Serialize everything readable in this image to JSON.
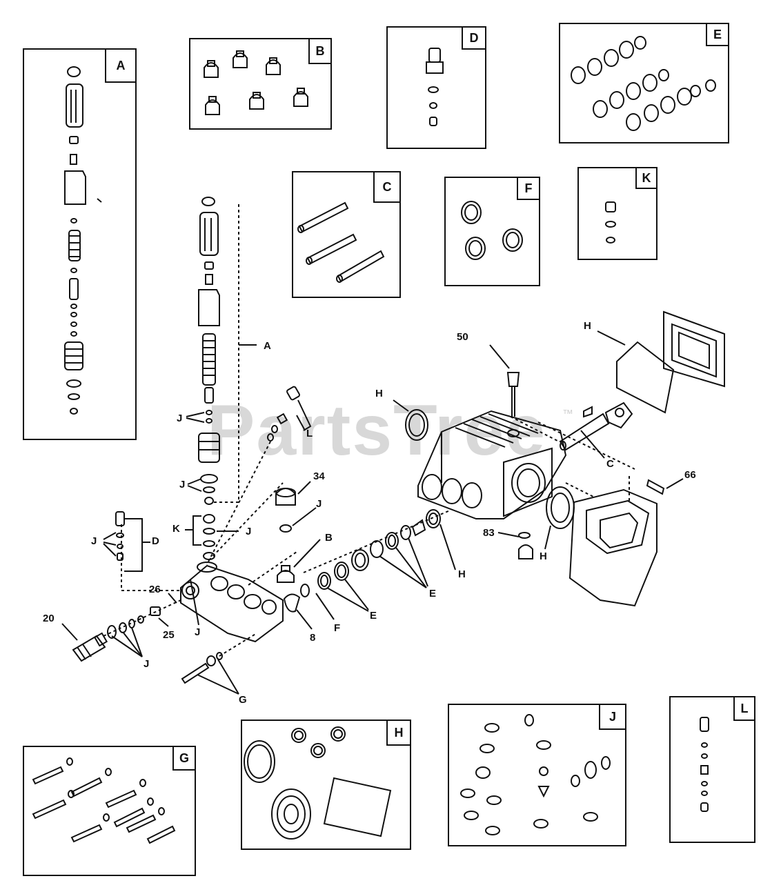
{
  "watermark": {
    "text": "PartsTree",
    "tm": "™"
  },
  "kit_boxes": [
    {
      "id": "A",
      "label": "A"
    },
    {
      "id": "B",
      "label": "B"
    },
    {
      "id": "C",
      "label": "C"
    },
    {
      "id": "D",
      "label": "D"
    },
    {
      "id": "E",
      "label": "E"
    },
    {
      "id": "F",
      "label": "F"
    },
    {
      "id": "G",
      "label": "G"
    },
    {
      "id": "H",
      "label": "H"
    },
    {
      "id": "J",
      "label": "J"
    },
    {
      "id": "K",
      "label": "K"
    },
    {
      "id": "L",
      "label": "L"
    }
  ],
  "callouts": {
    "a": "A",
    "j1": "J",
    "j2": "J",
    "k": "K",
    "j3": "J",
    "l": "L",
    "p34": "34",
    "j4": "J",
    "b": "B",
    "j5": "J",
    "d": "D",
    "p26": "26",
    "p20": "20",
    "p25": "25",
    "j6": "J",
    "j7": "J",
    "p8": "8",
    "f": "F",
    "e1": "E",
    "e2": "E",
    "g": "G",
    "h1": "H",
    "p50": "50",
    "h2": "H",
    "c": "C",
    "p66": "66",
    "h3": "H",
    "p83": "83",
    "h4": "H"
  },
  "colors": {
    "line": "#111111",
    "watermark": "#d8d8d8",
    "background": "#ffffff"
  }
}
